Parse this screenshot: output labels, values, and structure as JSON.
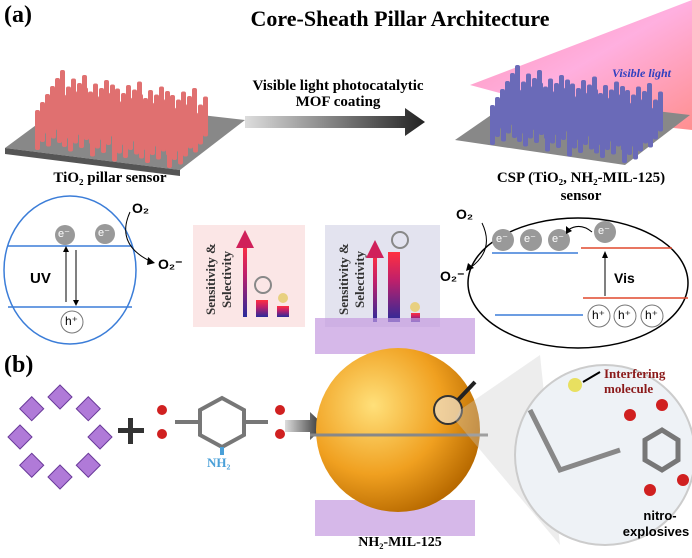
{
  "panel_a": {
    "label": "(a)",
    "title": "Core-Sheath Pillar Architecture",
    "arrow_text_line1": "Visible light photocatalytic",
    "arrow_text_line2": "MOF coating",
    "left_caption": "TiO₂ pillar sensor",
    "right_caption_line1": "CSP (TiO₂, NH₂-MIL-125)",
    "right_caption_line2": "sensor",
    "visible_light": "Visible light",
    "left_band": {
      "electron": "e⁻",
      "hole": "h⁺",
      "excitation": "UV",
      "o2": "O₂",
      "superoxide": "O₂⁻"
    },
    "right_band": {
      "electron": "e⁻",
      "hole": "h⁺",
      "excitation": "Vis",
      "o2": "O₂",
      "superoxide": "O₂⁻"
    },
    "chart_label": "Sensitivity & Selectivity",
    "colors": {
      "left_band": "#3b7dd8",
      "right_conduction": "#e0482d",
      "pink_box": "#fbe6e6",
      "purple_box": "#e3e3ef"
    }
  },
  "panel_b": {
    "label": "(b)",
    "nh2": "NH₂",
    "mof_label": "NH₂-MIL-125",
    "interfering": "Interfering molecule",
    "nitro_line1": "nitro-",
    "nitro_line2": "explosives",
    "colors": {
      "interfering": "#8b1a1a",
      "sphere": "#f0a020",
      "octahedra": "#b07ad8"
    }
  }
}
